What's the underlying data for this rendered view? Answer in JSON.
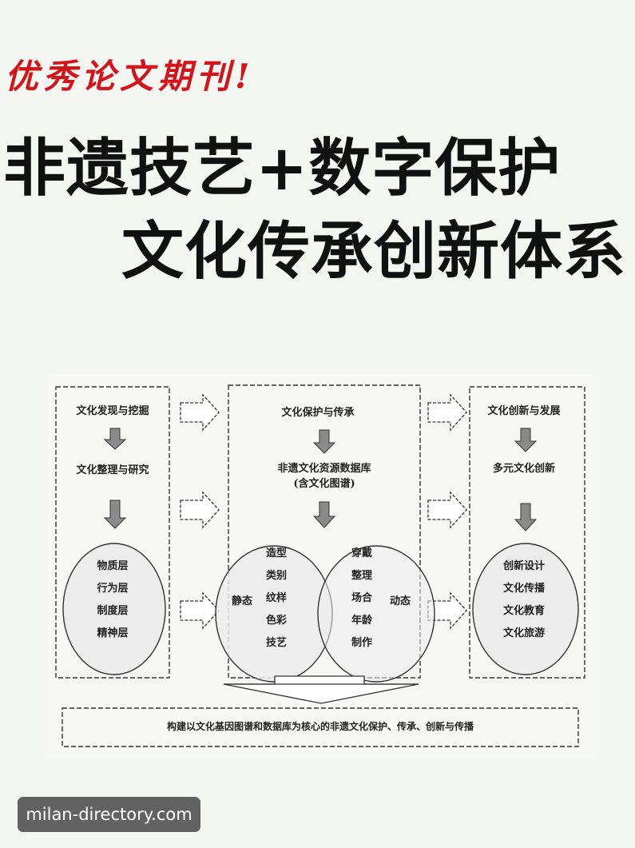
{
  "header": {
    "tag": "优秀论文期刊!",
    "title_line1": "非遗技艺+数字保护",
    "title_line2": "文化传承创新体系"
  },
  "diagram": {
    "left": {
      "step1": "文化发现与挖掘",
      "step2": "文化整理与研究",
      "layers": [
        "物质层",
        "行为层",
        "制度层",
        "精神层"
      ]
    },
    "middle": {
      "step1": "文化保护与传承",
      "step2_line1": "非遗文化资源数据库",
      "step2_line2": "(含文化图谱)",
      "static_label": "静态",
      "dynamic_label": "动态",
      "static_items": [
        "造型",
        "类别",
        "纹样",
        "色彩",
        "技艺"
      ],
      "dynamic_items": [
        "穿戴",
        "整理",
        "场合",
        "年龄",
        "制作"
      ]
    },
    "right": {
      "step1": "文化创新与发展",
      "step2": "多元文化创新",
      "items": [
        "创新设计",
        "文化传播",
        "文化教育",
        "文化旅游"
      ]
    },
    "bottom": "构建以文化基因图谱和数据库为核心的非遗文化保护、传承、创新与传播"
  },
  "watermark": "milan-directory.com",
  "colors": {
    "tag_red": "#d4141b",
    "arrow_gray": "#8a8a8a",
    "title_black": "#111111"
  }
}
